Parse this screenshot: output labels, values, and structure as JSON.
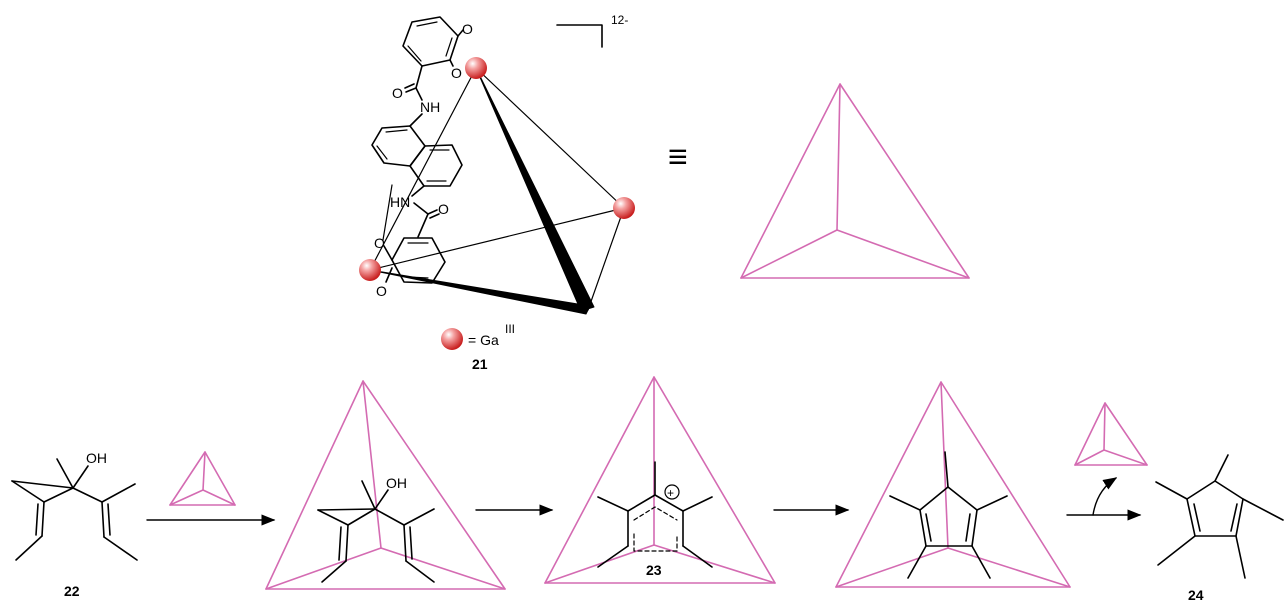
{
  "host_complex": {
    "label": "21",
    "charge": "12-",
    "legend_text": "= Ga",
    "legend_superscript": "III",
    "atoms": {
      "O_top": "O",
      "O_ring": "O",
      "O_carbonyl_top": "O",
      "NH_top": "NH",
      "NH_bottom": "HN",
      "O_carbonyl_bottom": "O",
      "O_left_1": "O",
      "O_left_2": "O"
    }
  },
  "equivalence_symbol": "≡",
  "reaction": {
    "substrate": {
      "label": "22",
      "oh": "OH"
    },
    "encapsulated_substrate": {
      "oh": "OH"
    },
    "cation_intermediate": {
      "label": "23",
      "charge_symbol": "+"
    },
    "product": {
      "label": "24"
    }
  },
  "colors": {
    "cage_lines": "#d46bb2",
    "gallium_sphere": "#e23c3c",
    "bonds": "#000000"
  }
}
